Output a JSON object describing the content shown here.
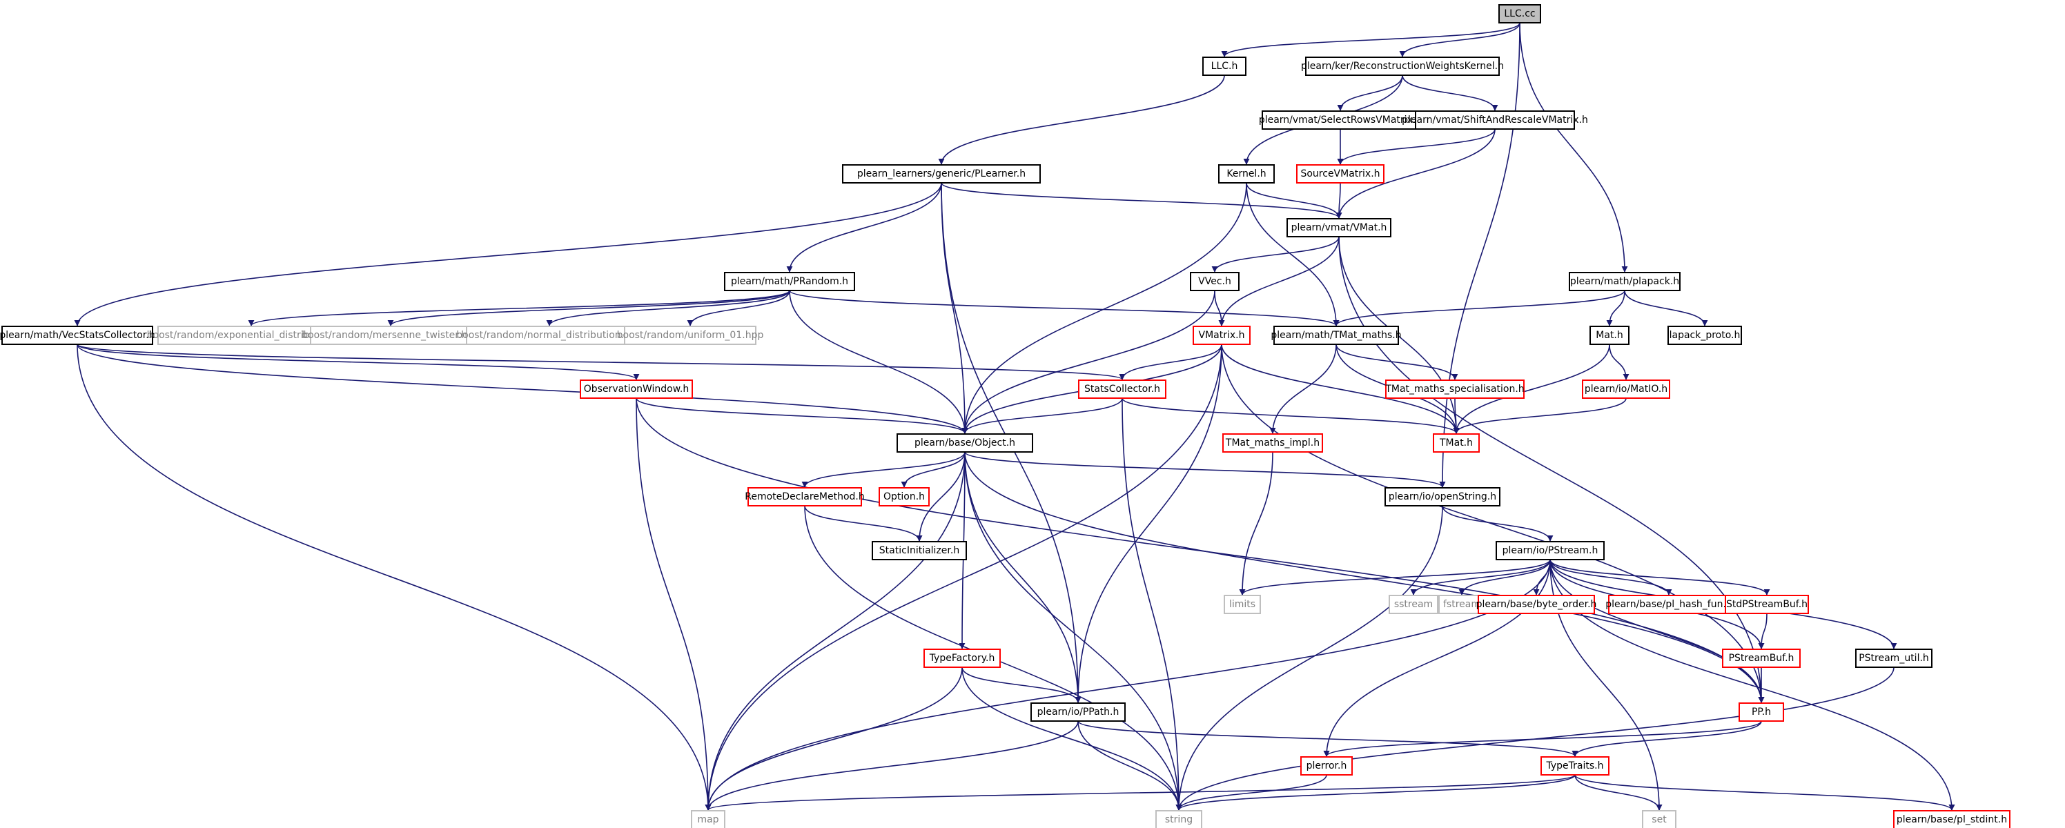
{
  "nodes": [
    {
      "id": "llc_cc",
      "label": "LLC.cc",
      "style": "root"
    },
    {
      "id": "llc_h",
      "label": "LLC.h",
      "style": "black"
    },
    {
      "id": "recon",
      "label": "plearn/ker/ReconstructionWeightsKernel.h",
      "style": "black"
    },
    {
      "id": "selrows",
      "label": "plearn/vmat/SelectRowsVMatrix.h",
      "style": "black"
    },
    {
      "id": "shiftres",
      "label": "plearn/vmat/ShiftAndRescaleVMatrix.h",
      "style": "black"
    },
    {
      "id": "plearner",
      "label": "plearn_learners/generic/PLearner.h",
      "style": "black"
    },
    {
      "id": "kernel",
      "label": "Kernel.h",
      "style": "black"
    },
    {
      "id": "sourcevm",
      "label": "SourceVMatrix.h",
      "style": "red"
    },
    {
      "id": "vmat",
      "label": "plearn/vmat/VMat.h",
      "style": "black"
    },
    {
      "id": "prandom",
      "label": "plearn/math/PRandom.h",
      "style": "black"
    },
    {
      "id": "vvec",
      "label": "VVec.h",
      "style": "black"
    },
    {
      "id": "plapack",
      "label": "plearn/math/plapack.h",
      "style": "black"
    },
    {
      "id": "vecstats",
      "label": "plearn/math/VecStatsCollector.h",
      "style": "black"
    },
    {
      "id": "boost_exp",
      "label": "boost/random/exponential_distribution.hpp",
      "style": "gray"
    },
    {
      "id": "boost_mt",
      "label": "boost/random/mersenne_twister.hpp",
      "style": "gray"
    },
    {
      "id": "boost_norm",
      "label": "boost/random/normal_distribution.hpp",
      "style": "gray"
    },
    {
      "id": "boost_uni",
      "label": "boost/random/uniform_01.hpp",
      "style": "gray"
    },
    {
      "id": "vmatrix",
      "label": "VMatrix.h",
      "style": "red"
    },
    {
      "id": "tmat_maths",
      "label": "plearn/math/TMat_maths.h",
      "style": "black"
    },
    {
      "id": "mat_h",
      "label": "Mat.h",
      "style": "black"
    },
    {
      "id": "lapack",
      "label": "lapack_proto.h",
      "style": "black"
    },
    {
      "id": "obswin",
      "label": "ObservationWindow.h",
      "style": "red"
    },
    {
      "id": "statscol",
      "label": "StatsCollector.h",
      "style": "red"
    },
    {
      "id": "tmat_spec",
      "label": "TMat_maths_specialisation.h",
      "style": "red"
    },
    {
      "id": "matio",
      "label": "plearn/io/MatIO.h",
      "style": "red"
    },
    {
      "id": "object",
      "label": "plearn/base/Object.h",
      "style": "black"
    },
    {
      "id": "tmat_impl",
      "label": "TMat_maths_impl.h",
      "style": "red"
    },
    {
      "id": "tmat",
      "label": "TMat.h",
      "style": "red"
    },
    {
      "id": "remotedecl",
      "label": "RemoteDeclareMethod.h",
      "style": "red"
    },
    {
      "id": "option",
      "label": "Option.h",
      "style": "red"
    },
    {
      "id": "openstring",
      "label": "plearn/io/openString.h",
      "style": "black"
    },
    {
      "id": "staticinit",
      "label": "StaticInitializer.h",
      "style": "black"
    },
    {
      "id": "pstream",
      "label": "plearn/io/PStream.h",
      "style": "black"
    },
    {
      "id": "limits",
      "label": "limits",
      "style": "gray"
    },
    {
      "id": "sstream",
      "label": "sstream",
      "style": "gray"
    },
    {
      "id": "fstream",
      "label": "fstream",
      "style": "gray"
    },
    {
      "id": "byteorder",
      "label": "plearn/base/byte_order.h",
      "style": "red"
    },
    {
      "id": "hashfun",
      "label": "plearn/base/pl_hash_fun.h",
      "style": "red"
    },
    {
      "id": "stdpsbuf",
      "label": "StdPStreamBuf.h",
      "style": "red"
    },
    {
      "id": "typefactory",
      "label": "TypeFactory.h",
      "style": "red"
    },
    {
      "id": "psbuf",
      "label": "PStreamBuf.h",
      "style": "red"
    },
    {
      "id": "psutil",
      "label": "PStream_util.h",
      "style": "black"
    },
    {
      "id": "ppath",
      "label": "plearn/io/PPath.h",
      "style": "black"
    },
    {
      "id": "pp",
      "label": "PP.h",
      "style": "red"
    },
    {
      "id": "plerror",
      "label": "plerror.h",
      "style": "red"
    },
    {
      "id": "typetraits",
      "label": "TypeTraits.h",
      "style": "red"
    },
    {
      "id": "map",
      "label": "map",
      "style": "gray"
    },
    {
      "id": "string",
      "label": "string",
      "style": "gray"
    },
    {
      "id": "set",
      "label": "set",
      "style": "gray"
    },
    {
      "id": "stdint",
      "label": "plearn/base/pl_stdint.h",
      "style": "red"
    }
  ],
  "edges": [
    [
      "llc_cc",
      "llc_h"
    ],
    [
      "llc_cc",
      "recon"
    ],
    [
      "llc_cc",
      "plapack"
    ],
    [
      "llc_cc",
      "openstring"
    ],
    [
      "llc_h",
      "plearner"
    ],
    [
      "recon",
      "kernel"
    ],
    [
      "recon",
      "selrows"
    ],
    [
      "recon",
      "shiftres"
    ],
    [
      "selrows",
      "sourcevm"
    ],
    [
      "shiftres",
      "sourcevm"
    ],
    [
      "shiftres",
      "vmat"
    ],
    [
      "sourcevm",
      "vmat"
    ],
    [
      "kernel",
      "vmat"
    ],
    [
      "kernel",
      "tmat_maths"
    ],
    [
      "kernel",
      "object"
    ],
    [
      "plearner",
      "vecstats"
    ],
    [
      "plearner",
      "prandom"
    ],
    [
      "plearner",
      "object"
    ],
    [
      "plearner",
      "ppath"
    ],
    [
      "plearner",
      "vmat"
    ],
    [
      "vmat",
      "vvec"
    ],
    [
      "vmat",
      "vmatrix"
    ],
    [
      "vmat",
      "tmat"
    ],
    [
      "vmat",
      "pp"
    ],
    [
      "vvec",
      "vmatrix"
    ],
    [
      "vvec",
      "object"
    ],
    [
      "prandom",
      "boost_exp"
    ],
    [
      "prandom",
      "boost_mt"
    ],
    [
      "prandom",
      "boost_norm"
    ],
    [
      "prandom",
      "boost_uni"
    ],
    [
      "prandom",
      "tmat_maths"
    ],
    [
      "prandom",
      "object"
    ],
    [
      "plapack",
      "tmat_maths"
    ],
    [
      "plapack",
      "mat_h"
    ],
    [
      "plapack",
      "lapack"
    ],
    [
      "vecstats",
      "obswin"
    ],
    [
      "vecstats",
      "object"
    ],
    [
      "vecstats",
      "statscol"
    ],
    [
      "vecstats",
      "map"
    ],
    [
      "vmatrix",
      "statscol"
    ],
    [
      "vmatrix",
      "object"
    ],
    [
      "vmatrix",
      "tmat"
    ],
    [
      "vmatrix",
      "ppath"
    ],
    [
      "vmatrix",
      "map"
    ],
    [
      "vmatrix",
      "pp"
    ],
    [
      "tmat_maths",
      "tmat_spec"
    ],
    [
      "tmat_maths",
      "tmat_impl"
    ],
    [
      "tmat_maths",
      "tmat"
    ],
    [
      "mat_h",
      "matio"
    ],
    [
      "mat_h",
      "tmat"
    ],
    [
      "matio",
      "tmat"
    ],
    [
      "tmat_spec",
      "tmat"
    ],
    [
      "obswin",
      "object"
    ],
    [
      "obswin",
      "map"
    ],
    [
      "obswin",
      "pp"
    ],
    [
      "statscol",
      "object"
    ],
    [
      "statscol",
      "tmat"
    ],
    [
      "statscol",
      "string"
    ],
    [
      "tmat_impl",
      "limits"
    ],
    [
      "object",
      "remotedecl"
    ],
    [
      "object",
      "option"
    ],
    [
      "object",
      "staticinit"
    ],
    [
      "object",
      "typefactory"
    ],
    [
      "object",
      "ppath"
    ],
    [
      "object",
      "openstring"
    ],
    [
      "object",
      "map"
    ],
    [
      "object",
      "string"
    ],
    [
      "object",
      "pp"
    ],
    [
      "remotedecl",
      "staticinit"
    ],
    [
      "remotedecl",
      "string"
    ],
    [
      "openstring",
      "pstream"
    ],
    [
      "openstring",
      "string"
    ],
    [
      "pstream",
      "limits"
    ],
    [
      "pstream",
      "sstream"
    ],
    [
      "pstream",
      "fstream"
    ],
    [
      "pstream",
      "byteorder"
    ],
    [
      "pstream",
      "hashfun"
    ],
    [
      "pstream",
      "stdpsbuf"
    ],
    [
      "pstream",
      "psbuf"
    ],
    [
      "pstream",
      "psutil"
    ],
    [
      "pstream",
      "plerror"
    ],
    [
      "pstream",
      "map"
    ],
    [
      "pstream",
      "set"
    ],
    [
      "pstream",
      "stdint"
    ],
    [
      "pstream",
      "pp"
    ],
    [
      "stdpsbuf",
      "psbuf"
    ],
    [
      "psbuf",
      "pp"
    ],
    [
      "psutil",
      "string"
    ],
    [
      "typefactory",
      "ppath"
    ],
    [
      "typefactory",
      "map"
    ],
    [
      "typefactory",
      "string"
    ],
    [
      "ppath",
      "typetraits"
    ],
    [
      "ppath",
      "map"
    ],
    [
      "ppath",
      "string"
    ],
    [
      "pp",
      "plerror"
    ],
    [
      "pp",
      "typetraits"
    ],
    [
      "plerror",
      "string"
    ],
    [
      "typetraits",
      "map"
    ],
    [
      "typetraits",
      "string"
    ],
    [
      "typetraits",
      "set"
    ],
    [
      "typetraits",
      "stdint"
    ]
  ]
}
